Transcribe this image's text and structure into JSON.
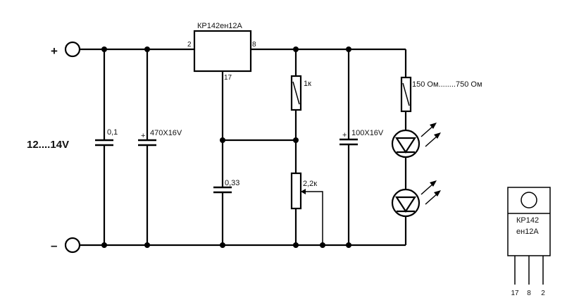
{
  "supply": {
    "plus_sign": "+",
    "minus_sign": "–",
    "voltage_label": "12....14V"
  },
  "regulator": {
    "name": "КР142ен12А",
    "pin_in": "2",
    "pin_out": "8",
    "pin_adj": "17"
  },
  "components": {
    "c1": "0,1",
    "c2": "470X16V",
    "c3": "0,33",
    "r1": "1к",
    "pot": "2,2к",
    "c4": "100X16V",
    "r_led": "150 Ом........750 Ом",
    "c2_polarity": "+",
    "c4_polarity": "+"
  },
  "package": {
    "line1": "КР142",
    "line2": "ен12А",
    "pins": [
      "17",
      "8",
      "2"
    ]
  },
  "colors": {
    "ink": "#000000",
    "background": "#ffffff"
  }
}
